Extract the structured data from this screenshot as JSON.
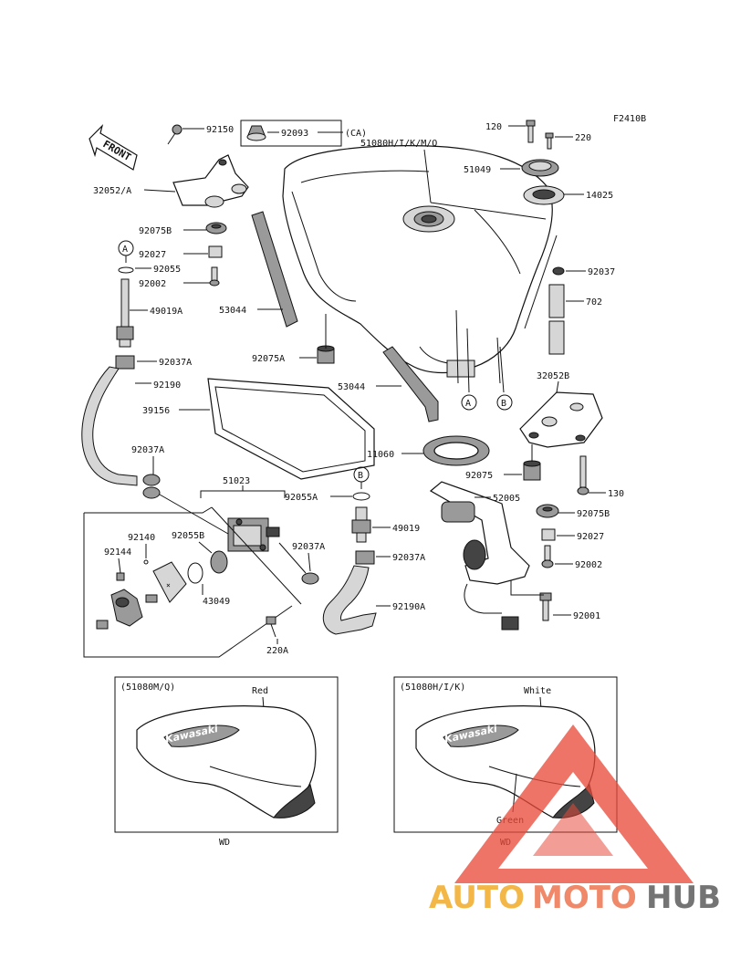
{
  "figure_code": "F2410B",
  "front_label": "FRONT",
  "callout_a": "A",
  "callout_b": "B",
  "labels": {
    "p92150": "92150",
    "p92093": "92093",
    "p_ca": "(CA)",
    "p120": "120",
    "p220": "220",
    "p51080": "51080H/I/K/M/Q",
    "p51049": "51049",
    "p14025": "14025",
    "p32052a": "32052/A",
    "p92075b_l": "92075B",
    "p92027_l": "92027",
    "p92055": "92055",
    "p92002_l": "92002",
    "p92037": "92037",
    "p702": "702",
    "p49019a": "49019A",
    "p53044_l": "53044",
    "p92075a": "92075A",
    "p92037a_l": "92037A",
    "p92190": "92190",
    "p39156": "39156",
    "p53044_r": "53044",
    "p32052b": "32052B",
    "p11060": "11060",
    "p92037a_ll": "92037A",
    "p51023": "51023",
    "p92075": "92075",
    "p130": "130",
    "p92055a": "92055A",
    "p52005": "52005",
    "p92075b_r": "92075B",
    "p92140": "92140",
    "p92055b": "92055B",
    "p92144": "92144",
    "p92037a_m": "92037A",
    "p49019": "49019",
    "p92027_r": "92027",
    "p92037a_r": "92037A",
    "p92002_r": "92002",
    "p43049": "43049",
    "p92190a": "92190A",
    "p92001": "92001",
    "p220a": "220A"
  },
  "inset_left": {
    "model": "(51080M/Q)",
    "color": "Red",
    "brand": "Kawasaki",
    "footer": "WD"
  },
  "inset_right": {
    "model": "(51080H/I/K)",
    "color_top": "White",
    "color_bottom": "Green",
    "brand": "Kawasaki",
    "footer": "WD"
  },
  "watermark": {
    "part1": "AUTO",
    "part2": "MOTO",
    "part3": "HUB",
    "accent": "#e84a3a"
  }
}
